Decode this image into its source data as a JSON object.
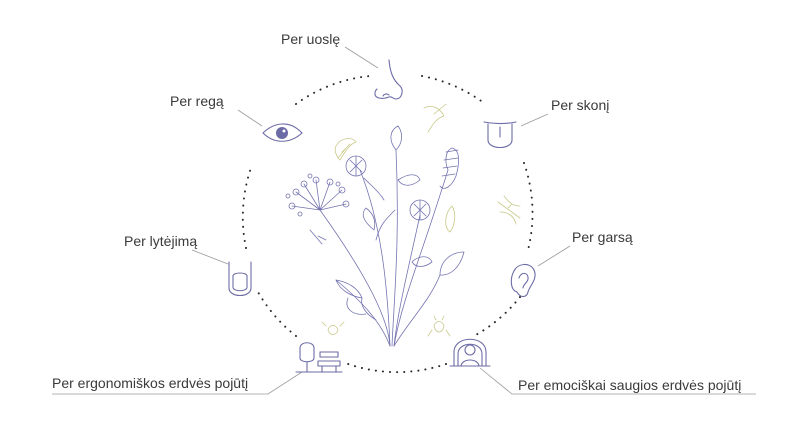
{
  "senses": [
    {
      "id": "smell",
      "label": "Per uoslę",
      "icon": "nose-icon"
    },
    {
      "id": "taste",
      "label": "Per skonį",
      "icon": "tongue-icon"
    },
    {
      "id": "sight",
      "label": "Per regą",
      "icon": "eye-icon"
    },
    {
      "id": "sound",
      "label": "Per garsą",
      "icon": "ear-icon"
    },
    {
      "id": "touch",
      "label": "Per lytėjimą",
      "icon": "finger-icon"
    },
    {
      "id": "ergonomic",
      "label": "Per ergonomiškos erdvės pojūtį",
      "icon": "park-bench-icon"
    },
    {
      "id": "emotional",
      "label": "Per emociškai saugios erdvės pojūtį",
      "icon": "calm-person-icon"
    }
  ],
  "colors": {
    "icon": "#6b6ba6",
    "plant": "#7474b0",
    "insects": "#c9c98a",
    "text": "#3a3a3a",
    "dots": "#2a2a2a"
  }
}
